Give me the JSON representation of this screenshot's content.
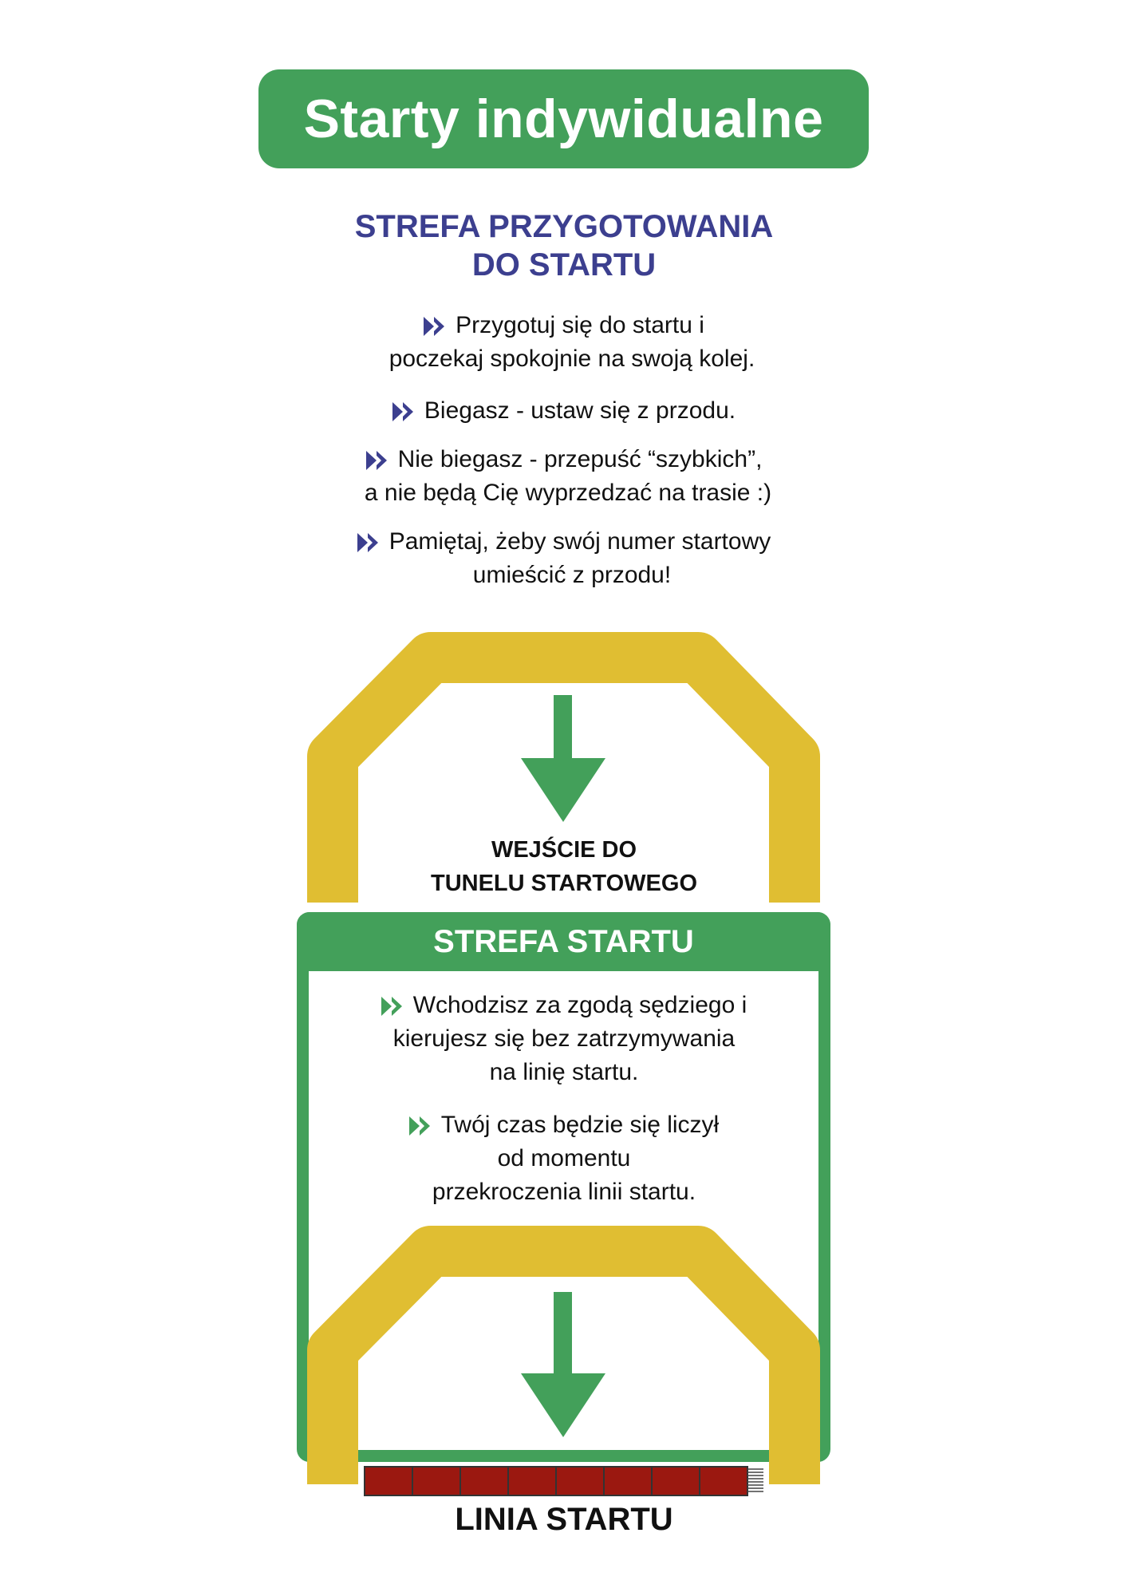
{
  "title": "Starty indywidualne",
  "prep_zone": {
    "heading": [
      "STREFA PRZYGOTOWANIA",
      "DO STARTU"
    ],
    "bullets": [
      [
        "Przygotuj się do startu i",
        "poczekaj spokojnie na swoją kolej."
      ],
      [
        "Biegasz - ustaw się z przodu."
      ],
      [
        "Nie biegasz - przepuść “szybkich”,",
        "a nie będą Cię wyprzedzać na trasie :)"
      ],
      [
        "Pamiętaj, żeby swój numer startowy",
        "umieścić z przodu!"
      ]
    ]
  },
  "tunnel_entry": [
    "WEJŚCIE DO",
    "TUNELU STARTOWEGO"
  ],
  "start_zone": {
    "heading": "STREFA STARTU",
    "bullets": [
      [
        "Wchodzisz za zgodą sędziego i",
        "kierujesz się bez zatrzymywania",
        "na linię startu."
      ],
      [
        "Twój czas będzie się liczył",
        "od momentu",
        "przekroczenia linii startu."
      ]
    ]
  },
  "start_line_label": "LINIA STARTU",
  "colors": {
    "green": "#43a05a",
    "navy": "#3c3f8f",
    "yellow": "#e0be32",
    "red": "#9b1810"
  }
}
